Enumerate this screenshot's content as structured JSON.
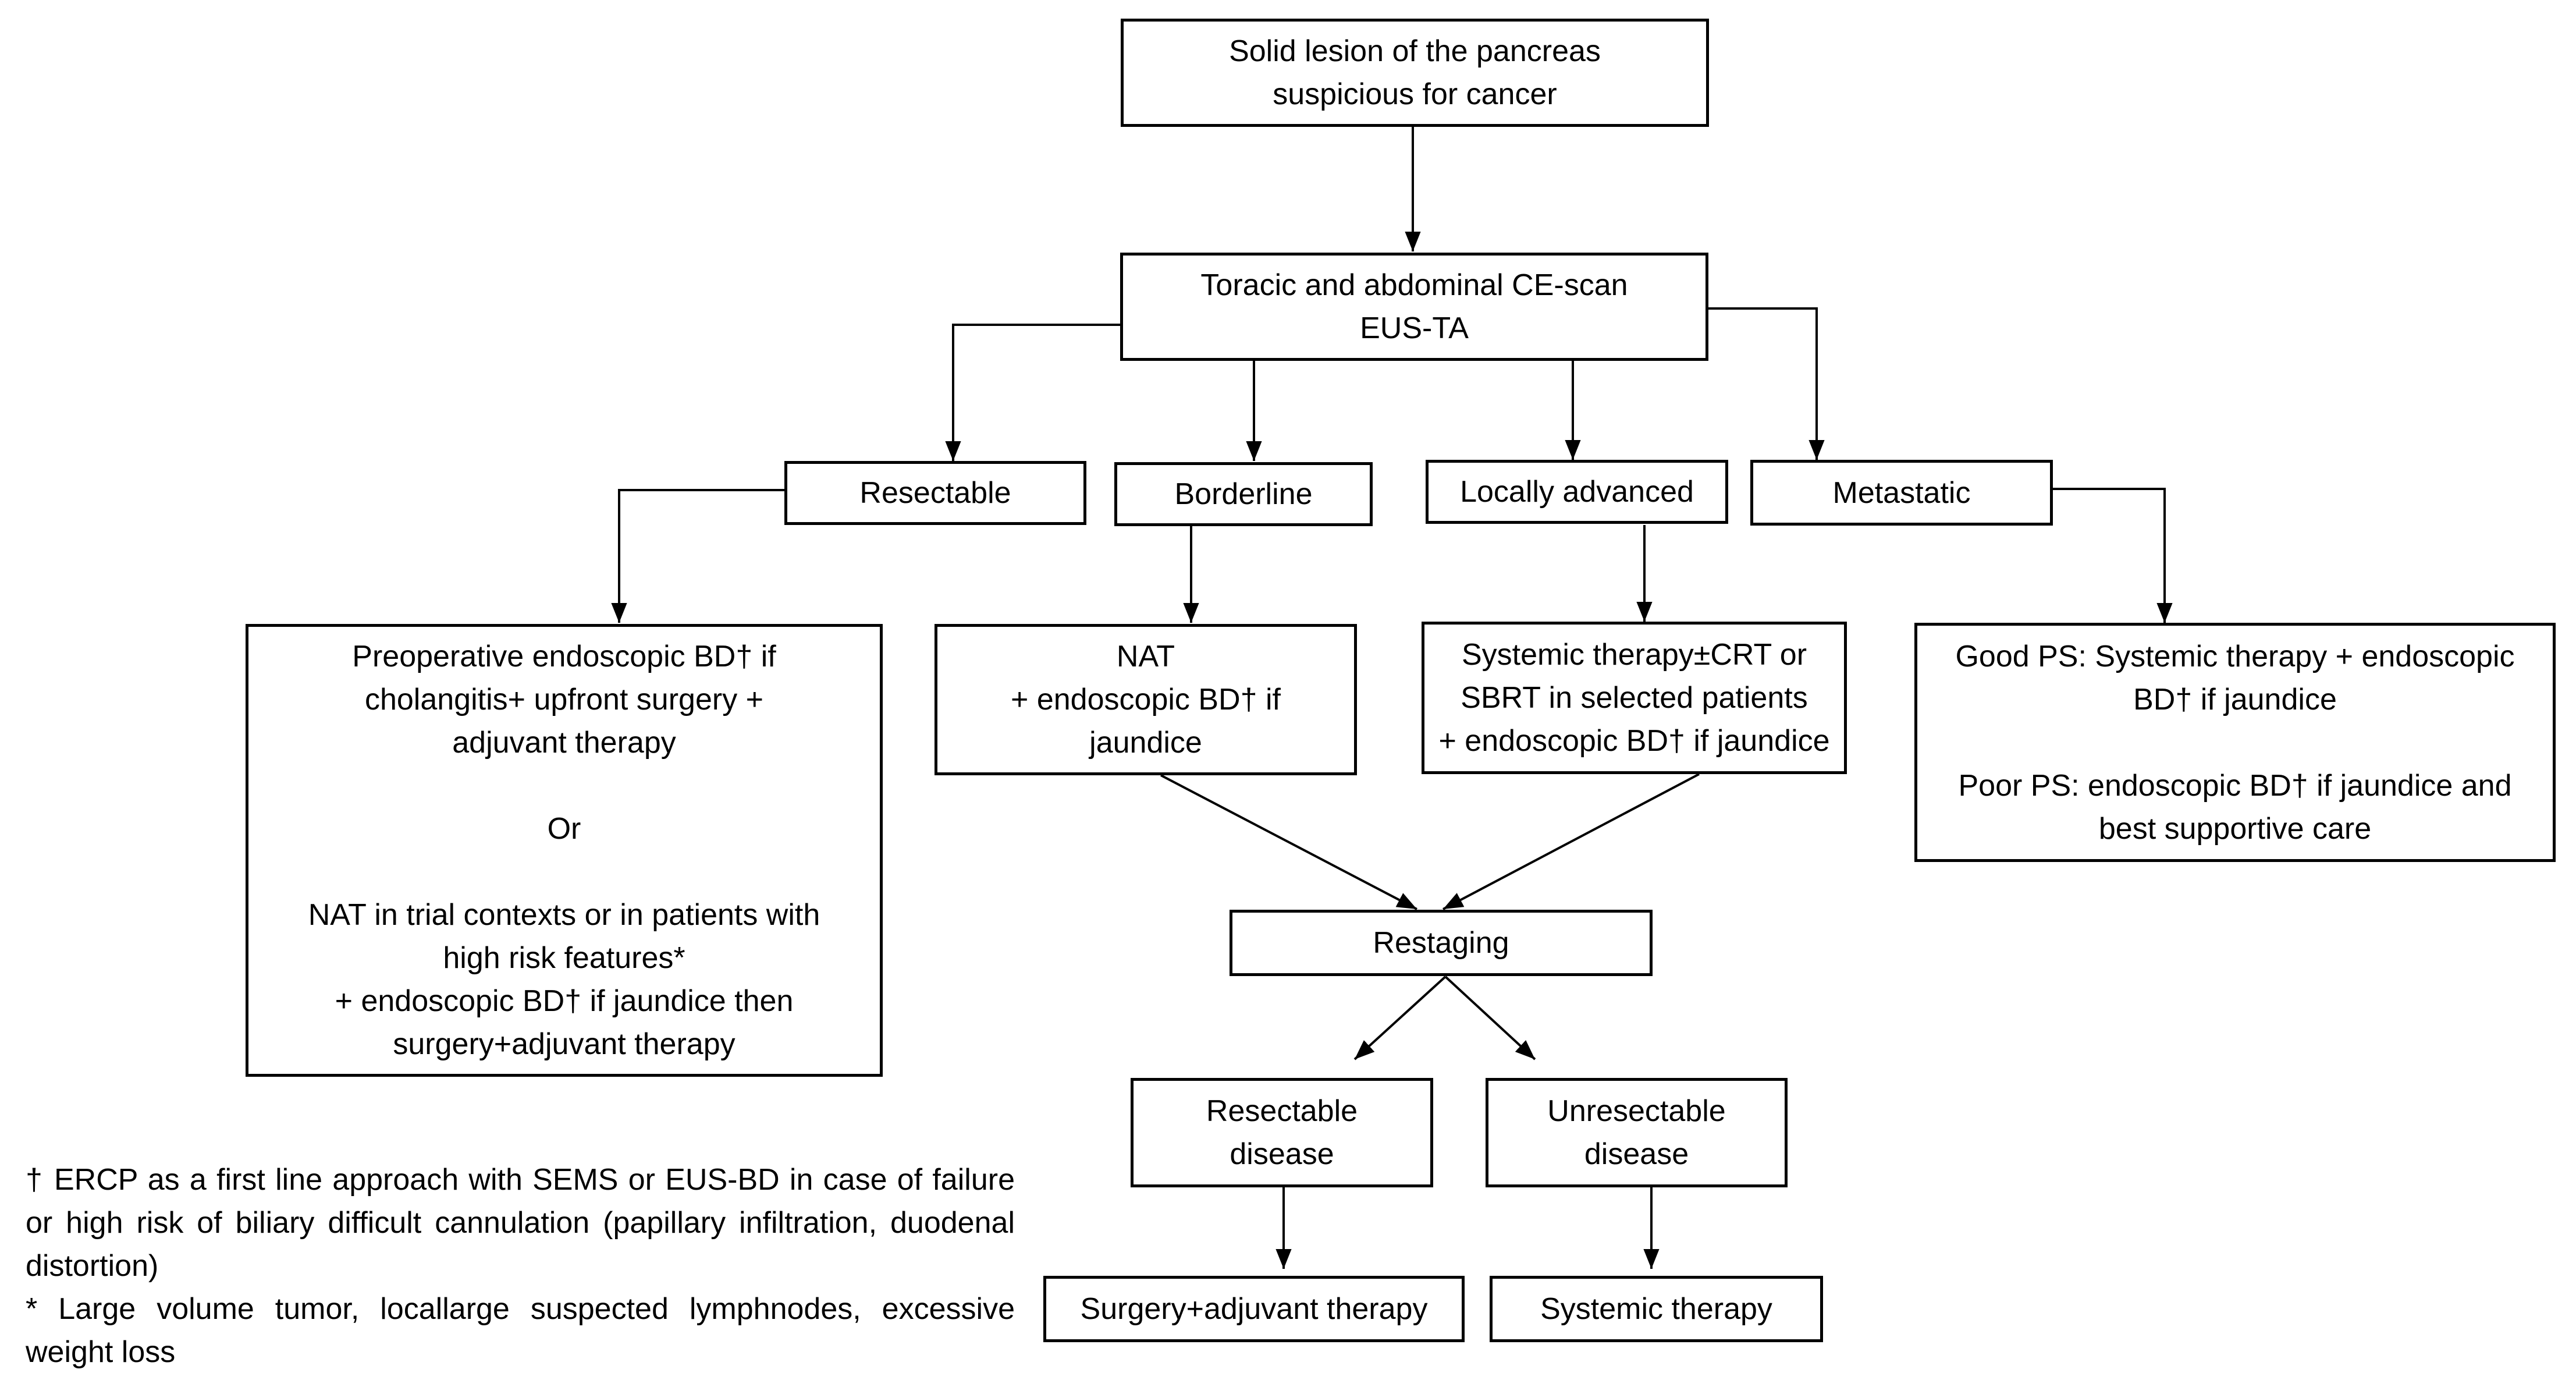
{
  "nodes": {
    "start": {
      "lines": [
        "Solid lesion of the pancreas",
        "suspicious for cancer"
      ]
    },
    "imaging": {
      "lines": [
        "Toracic and abdominal CE-scan",
        "EUS-TA"
      ]
    },
    "resectable": {
      "label": "Resectable"
    },
    "borderline": {
      "label": "Borderline"
    },
    "locally_advanced": {
      "label": "Locally advanced"
    },
    "metastatic": {
      "label": "Metastatic"
    },
    "resectable_plan": {
      "block1": [
        "Preoperative endoscopic BD† if",
        "cholangitis+ upfront surgery +",
        "adjuvant therapy"
      ],
      "or": "Or",
      "block2": [
        "NAT in trial contexts or in patients with",
        "high risk features*",
        "+ endoscopic BD† if jaundice then",
        "surgery+adjuvant therapy"
      ]
    },
    "borderline_plan": {
      "lines": [
        "NAT",
        "+ endoscopic BD† if",
        "jaundice"
      ]
    },
    "locally_advanced_plan": {
      "lines": [
        "Systemic therapy±CRT or",
        "SBRT in selected patients",
        "+ endoscopic BD† if jaundice"
      ]
    },
    "metastatic_plan": {
      "good": [
        "Good PS: Systemic therapy + endoscopic",
        "BD†  if jaundice"
      ],
      "poor": [
        "Poor PS: endoscopic BD† if jaundice and",
        "best supportive care"
      ]
    },
    "restaging": {
      "label": "Restaging"
    },
    "resectable_disease": {
      "lines": [
        "Resectable",
        "disease"
      ]
    },
    "unresectable_disease": {
      "lines": [
        "Unresectable",
        "disease"
      ]
    },
    "surgery": {
      "label": "Surgery+adjuvant therapy"
    },
    "systemic": {
      "label": "Systemic therapy"
    }
  },
  "footnotes": {
    "dagger": "† ERCP as a first line approach with SEMS or EUS-BD in case of failure or high risk of biliary difficult cannulation (papillary infiltration, duodenal distortion)",
    "asterisk": "* Large volume tumor, locallarge suspected lymphnodes, excessive weight loss"
  }
}
